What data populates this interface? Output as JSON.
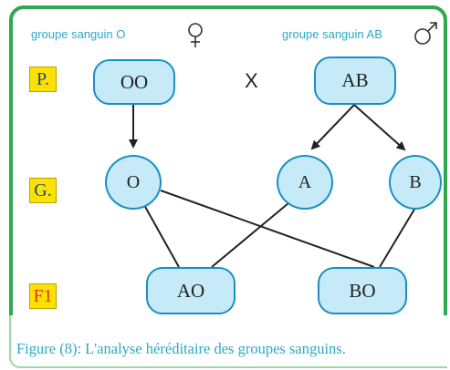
{
  "header": {
    "female_label": "groupe sanguin O",
    "male_label": "groupe sanguin AB",
    "female_symbol": "female-symbol-icon",
    "male_symbol": "male-symbol-icon"
  },
  "rows": {
    "parents": "P.",
    "gametes": "G.",
    "f1": "F1"
  },
  "parents": {
    "female": "OO",
    "cross": "X",
    "male": "AB"
  },
  "gametes": [
    "O",
    "A",
    "B"
  ],
  "offspring": [
    "AO",
    "BO"
  ],
  "caption": "Figure (8): L'analyse héréditaire des groupes sanguins.",
  "colors": {
    "frame": "#2fa84f",
    "node_fill": "#c6eaf7",
    "node_border": "#1a8fc4",
    "label_bg": "#ffe100",
    "caption_text": "#2ba9c9"
  }
}
